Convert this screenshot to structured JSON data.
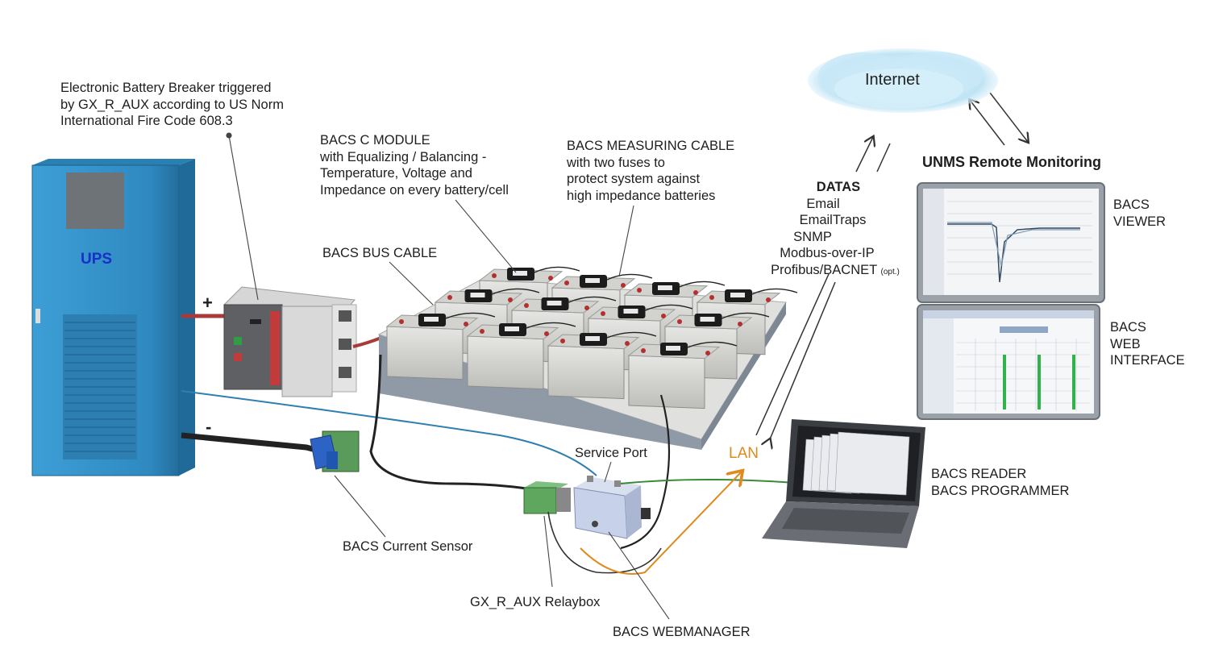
{
  "ups_label": "UPS",
  "breaker_note": {
    "lines": [
      "Electronic Battery Breaker triggered",
      "by GX_R_AUX according to US Norm",
      "International Fire Code 608.3"
    ]
  },
  "c_module_note": {
    "lines": [
      "BACS C MODULE",
      "with Equalizing / Balancing -",
      "Temperature, Voltage  and",
      "Impedance on every battery/cell"
    ]
  },
  "measuring_cable_note": {
    "lines": [
      "BACS MEASURING CABLE",
      "with two fuses to",
      "protect system against",
      "high impedance batteries"
    ]
  },
  "bus_cable_label": "BACS BUS CABLE",
  "datas": {
    "title": "DATAS",
    "items": [
      "Email",
      "EmailTraps",
      "SNMP",
      "Modbus-over-IP",
      "Profibus/BACNET"
    ],
    "opt_suffix": "(opt.)"
  },
  "internet_label": "Internet",
  "unms_title": "UNMS Remote Monitoring",
  "viewer_label": {
    "lines": [
      "BACS",
      "VIEWER"
    ]
  },
  "web_interface_label": {
    "lines": [
      "BACS",
      "WEB",
      "INTERFACE"
    ]
  },
  "reader_label": {
    "lines": [
      "BACS READER",
      "BACS PROGRAMMER"
    ]
  },
  "lan_label": "LAN",
  "service_port_label": "Service Port",
  "current_sensor_label": "BACS Current Sensor",
  "relaybox_label": "GX_R_AUX Relaybox",
  "webmanager_label": "BACS WEBMANAGER",
  "plus_sign": "+",
  "minus_sign": "-",
  "colors": {
    "ups_body": "#3a9ad0",
    "cloud": "#bfe4f5",
    "lan_orange": "#e08a1e",
    "cable_red": "#a83a3a",
    "cable_blue": "#2f7fb0",
    "cable_green": "#3a8a3a",
    "chart_green": "#2fb34a"
  }
}
